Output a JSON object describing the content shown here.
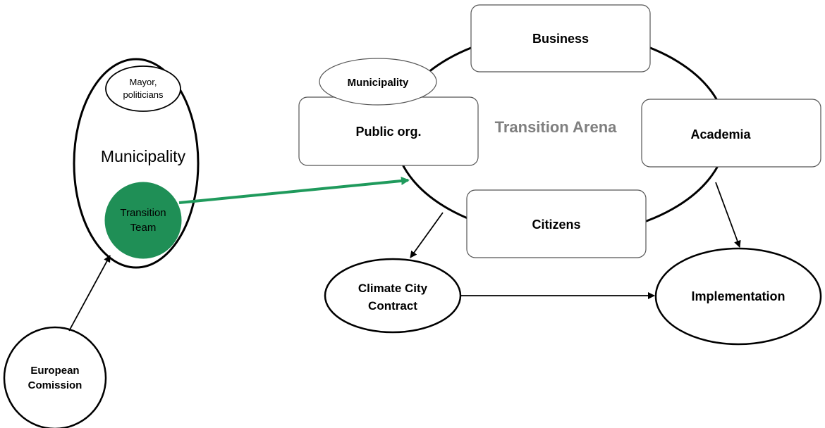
{
  "diagram": {
    "municipality_group": {
      "mayor_label_line1": "Mayor,",
      "mayor_label_line2": "politicians",
      "municipality_label": "Municipality",
      "transition_team_line1": "Transition",
      "transition_team_line2": "Team"
    },
    "european_commission": {
      "line1": "European",
      "line2": "Comission"
    },
    "transition_arena": {
      "title": "Transition Arena",
      "business": "Business",
      "municipality": "Municipality",
      "public_org": "Public org.",
      "academia": "Academia",
      "citizens": "Citizens"
    },
    "outcomes": {
      "climate_city_contract_line1": "Climate City",
      "climate_city_contract_line2": "Contract",
      "implementation": "Implementation"
    },
    "colors": {
      "transition_team_fill": "#1f8f56",
      "transition_arrow": "#1f9a5c",
      "arena_title": "#7f7f7f",
      "stroke": "#000000",
      "box_stroke": "#555555"
    }
  }
}
